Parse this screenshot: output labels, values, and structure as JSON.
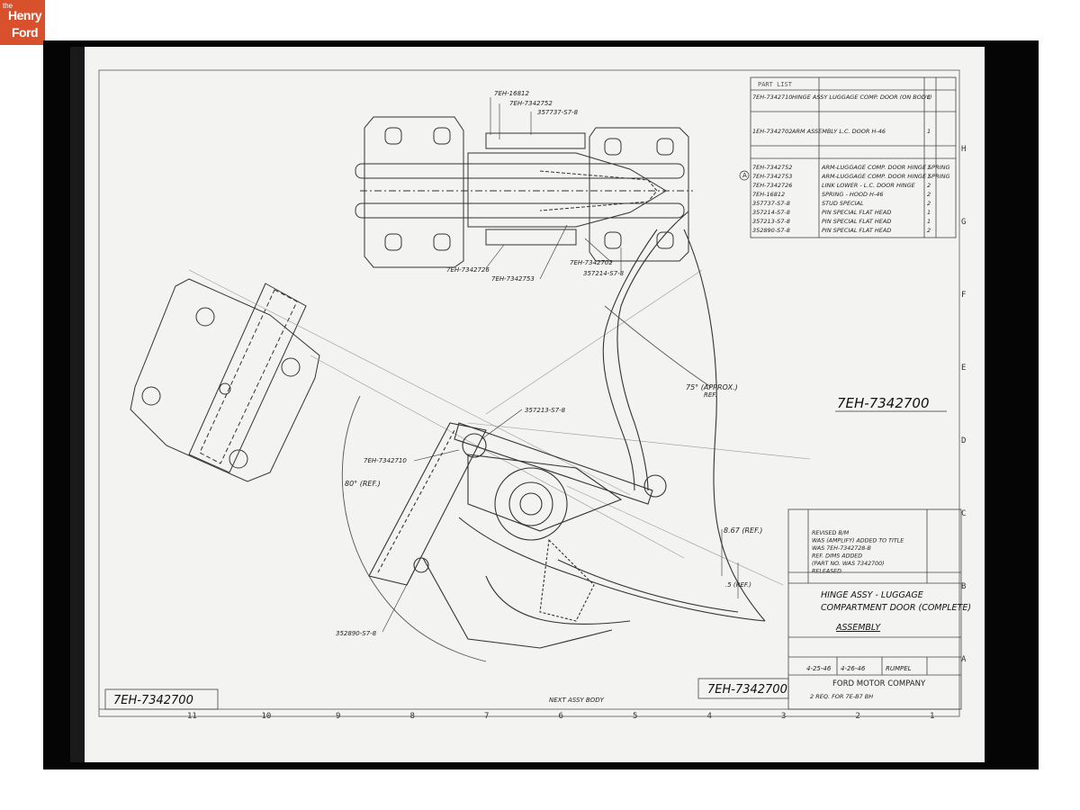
{
  "logo": {
    "small": "the",
    "line1": "Henry",
    "line2": "Ford",
    "brand_color": "#d9512c"
  },
  "drawing": {
    "number": "7EH-7342700",
    "number_left": "7EH-7342700",
    "number_bottom": "7EH-7342700",
    "next_assy": "NEXT ASSY BODY",
    "column_numbers": [
      "11",
      "10",
      "9",
      "8",
      "7",
      "6",
      "5",
      "4",
      "3",
      "2",
      "1"
    ],
    "row_letters": [
      "H",
      "G",
      "F",
      "E",
      "D",
      "C",
      "B",
      "A"
    ]
  },
  "parts_list": {
    "header": "PART LIST",
    "top_rows": [
      {
        "part": "7EH-7342710",
        "desc": "HINGE ASSY LUGGAGE COMP. DOOR (ON BODY)",
        "qty": "1"
      },
      {
        "part": "1EH-7342702",
        "desc": "ARM ASSEMBLY L.C. DOOR H-46",
        "qty": "1"
      }
    ],
    "rows": [
      {
        "part": "7EH-7342752",
        "desc": "ARM-LUGGAGE COMP. DOOR HINGE SPRING",
        "qty": "1"
      },
      {
        "part": "7EH-7342753",
        "desc": "ARM-LUGGAGE COMP. DOOR HINGE SPRING",
        "qty": "1"
      },
      {
        "part": "7EH-7342726",
        "desc": "LINK LOWER - L.C. DOOR HINGE",
        "qty": "2"
      },
      {
        "part": "7EH-16812",
        "desc": "SPRING - HOOD H-46",
        "qty": "2"
      },
      {
        "part": "357737-S7-8",
        "desc": "STUD SPECIAL",
        "qty": "2"
      },
      {
        "part": "357214-S7-8",
        "desc": "PIN SPECIAL FLAT HEAD",
        "qty": "1"
      },
      {
        "part": "357213-S7-8",
        "desc": "PIN SPECIAL FLAT HEAD",
        "qty": "1"
      },
      {
        "part": "352890-S7-8",
        "desc": "PIN SPECIAL FLAT HEAD",
        "qty": "2"
      }
    ]
  },
  "callouts": {
    "top1": "7EH-16812",
    "top2": "7EH-7342752",
    "top3": "357737-S7-8",
    "mid1": "7EH-7342726",
    "mid2": "7EH-7342753",
    "mid3": "7EH-7342702",
    "mid4": "357214-S7-8",
    "arm_left": "7EH-7342710",
    "pin_top": "357213-S7-8",
    "pin_bottom": "352890-S7-8",
    "angle1": "75° (APPROX.)",
    "angle1b": "REF.",
    "angle2": "80° (REF.)",
    "dim1": "8.67 (REF.)",
    "dim2": ".5 (REF.)",
    "rev_marker": "A"
  },
  "revisions": {
    "lines": [
      "REVISED B/M",
      "WAS (AMPLIFY) ADDED TO TITLE",
      "WAS 7EH-7342728-B",
      "REF. DIMS ADDED",
      "(PART NO. WAS 7342700)",
      "RELEASED"
    ]
  },
  "title_block": {
    "title1": "HINGE ASSY - LUGGAGE",
    "title2": "COMPARTMENT DOOR (COMPLETE)",
    "subtitle": "ASSEMBLY",
    "dates": [
      "4-25-46",
      "4-26-46"
    ],
    "drawn_by": "RUMPEL",
    "company": "FORD MOTOR COMPANY",
    "bottom_note": "2 REQ. FOR 7E-B7 BH"
  }
}
